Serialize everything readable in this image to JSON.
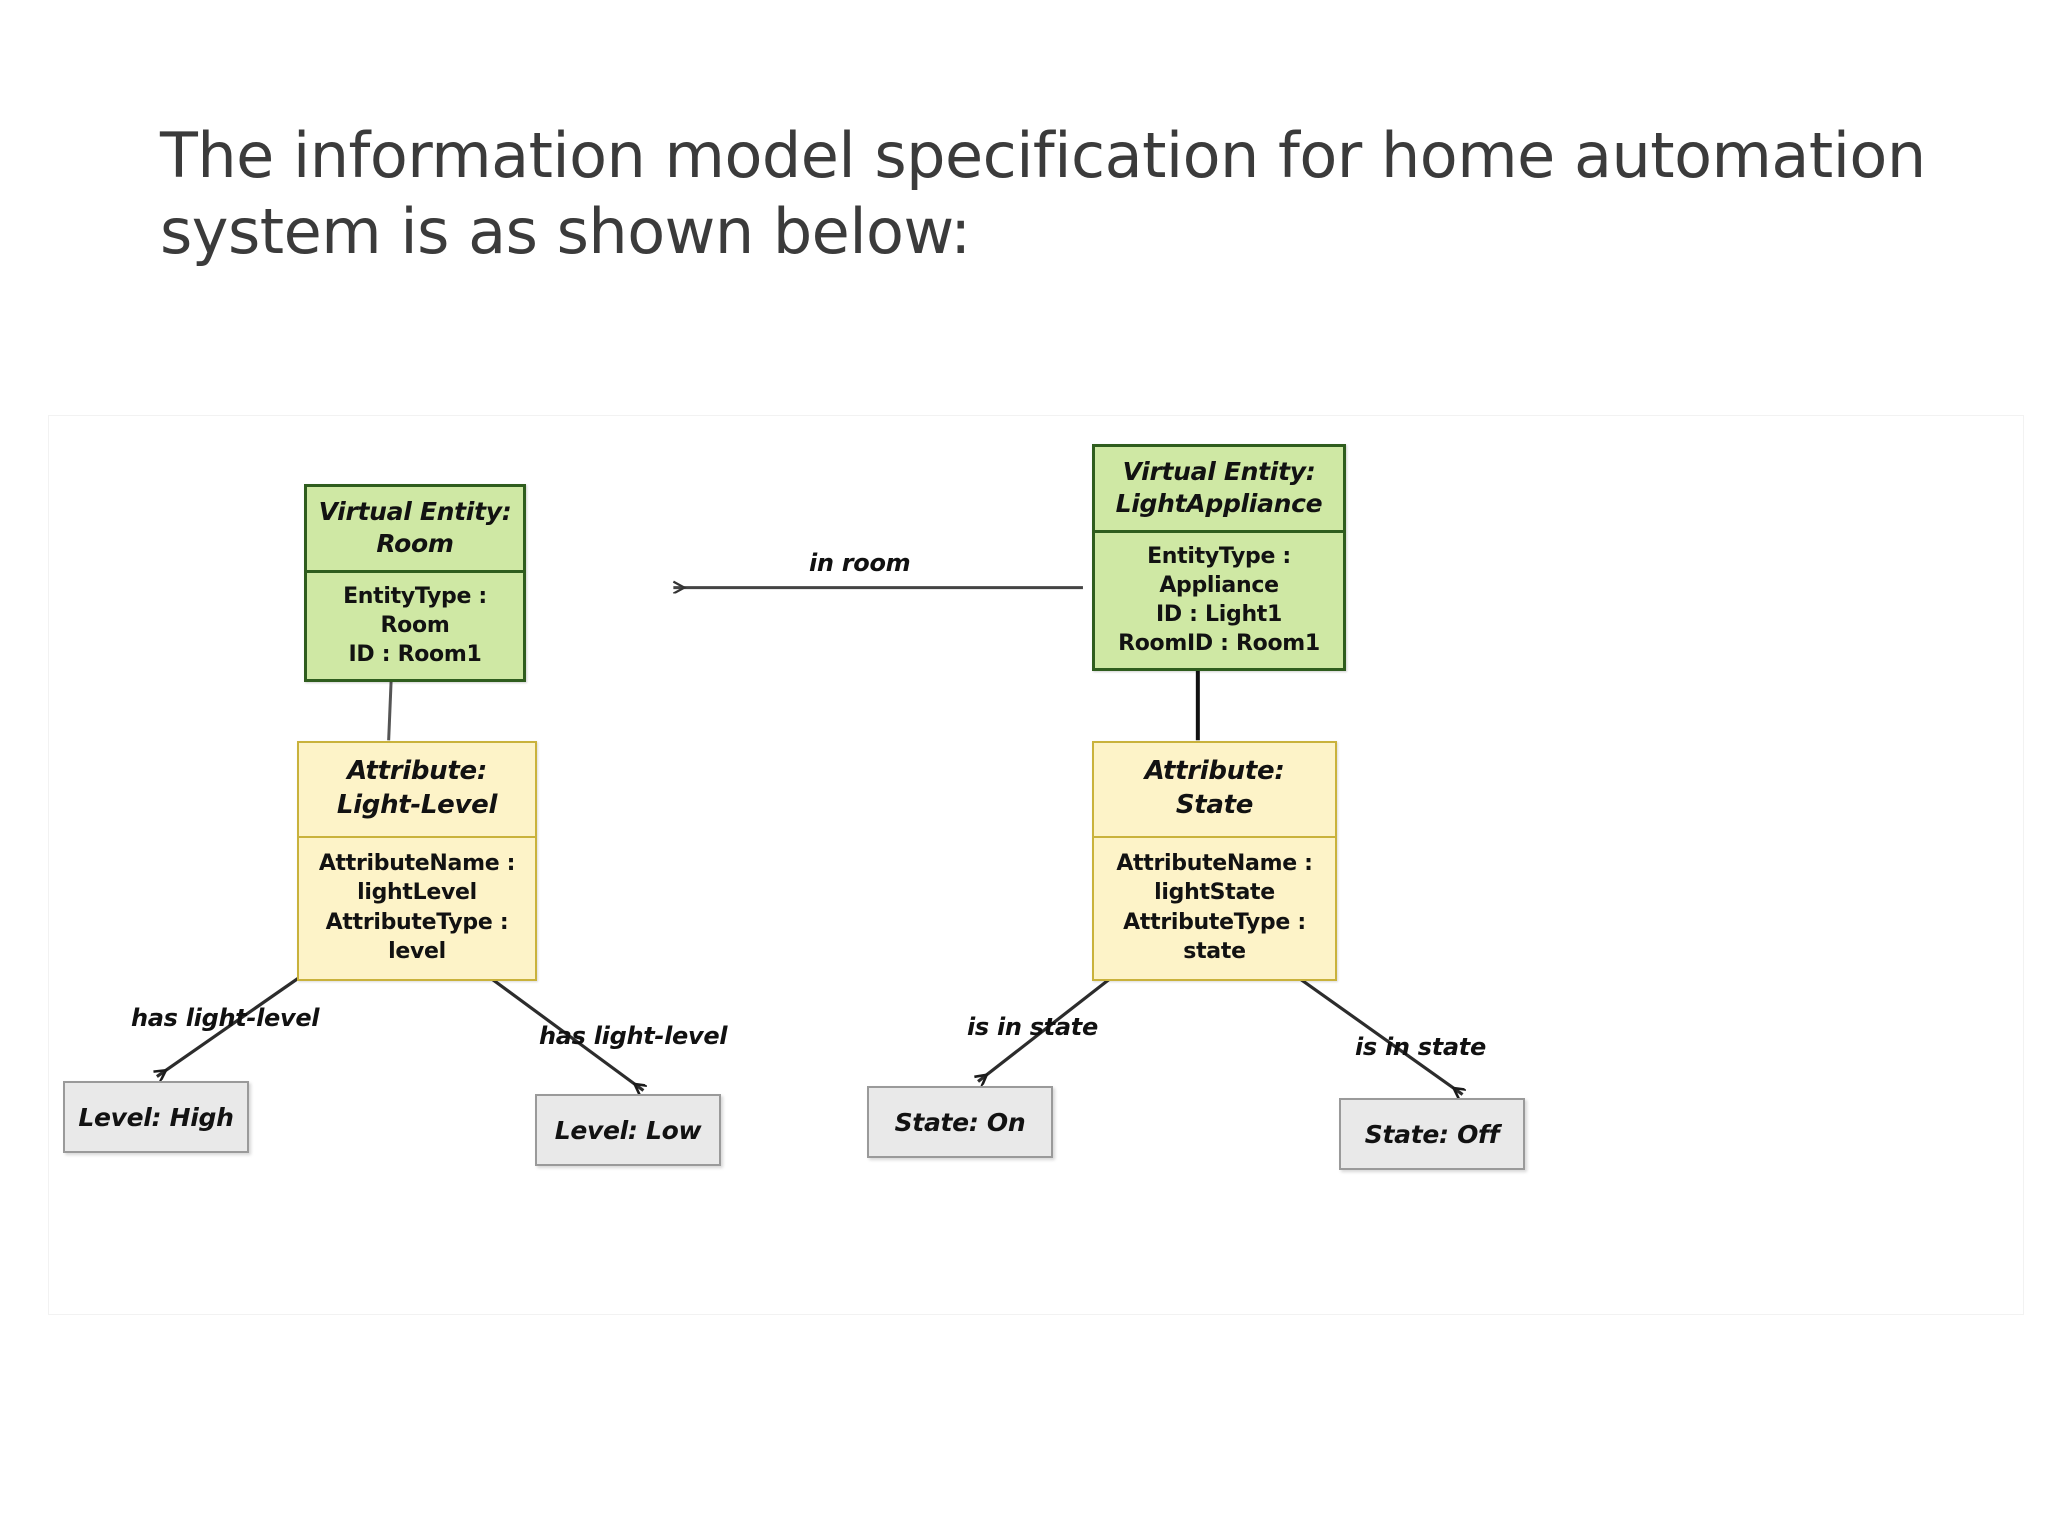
{
  "slide": {
    "title": "The information model specification for home automation system is as shown below:"
  },
  "diagram": {
    "type": "uml-object-diagram",
    "entities": [
      {
        "id": "room",
        "kind": "virtual-entity",
        "header_line1": "Virtual Entity:",
        "header_line2": "Room",
        "attributes": [
          "EntityType  : Room",
          "ID : Room1"
        ],
        "fill": "#cfe8a4",
        "border": "#2f5d1e"
      },
      {
        "id": "light-appliance",
        "kind": "virtual-entity",
        "header_line1": "Virtual Entity:",
        "header_line2": "LightAppliance",
        "attributes": [
          "EntityType : Appliance",
          "ID : Light1",
          "RoomID : Room1"
        ],
        "fill": "#cfe8a4",
        "border": "#2f5d1e"
      }
    ],
    "attribute_nodes": [
      {
        "id": "light-level",
        "kind": "attribute",
        "header_line1": "Attribute:",
        "header_line2": "Light-Level",
        "attributes": [
          "AttributeName : lightLevel",
          "AttributeType : level"
        ],
        "fill": "#fdf3c8",
        "border": "#c9b23c"
      },
      {
        "id": "state",
        "kind": "attribute",
        "header_line1": "Attribute:",
        "header_line2": "State",
        "attributes": [
          "AttributeName : lightState",
          "AttributeType : state"
        ],
        "fill": "#fdf3c8",
        "border": "#c9b23c"
      }
    ],
    "value_nodes": [
      {
        "id": "level-high",
        "label": "Level: High",
        "fill": "#e9e9e9",
        "border": "#9a9a9a"
      },
      {
        "id": "level-low",
        "label": "Level: Low",
        "fill": "#e9e9e9",
        "border": "#9a9a9a"
      },
      {
        "id": "state-on",
        "label": "State: On",
        "fill": "#e9e9e9",
        "border": "#9a9a9a"
      },
      {
        "id": "state-off",
        "label": "State: Off",
        "fill": "#e9e9e9",
        "border": "#9a9a9a"
      }
    ],
    "relations": [
      {
        "id": "in-room",
        "label": "in room",
        "from": "light-appliance",
        "to": "room",
        "style": "association-arrow"
      },
      {
        "id": "room-has-attr",
        "label": "",
        "from": "room",
        "to": "light-level",
        "style": "composition-diamond"
      },
      {
        "id": "light-has-attr",
        "label": "",
        "from": "light-appliance",
        "to": "state",
        "style": "composition-diamond"
      },
      {
        "id": "has-light-level-hi",
        "label": "has light-level",
        "from": "light-level",
        "to": "level-high",
        "style": "association-arrow"
      },
      {
        "id": "has-light-level-lo",
        "label": "has light-level",
        "from": "light-level",
        "to": "level-low",
        "style": "association-arrow"
      },
      {
        "id": "is-in-state-on",
        "label": "is in state",
        "from": "state",
        "to": "state-on",
        "style": "association-arrow"
      },
      {
        "id": "is-in-state-off",
        "label": "is in state",
        "from": "state",
        "to": "state-off",
        "style": "association-arrow"
      }
    ]
  }
}
